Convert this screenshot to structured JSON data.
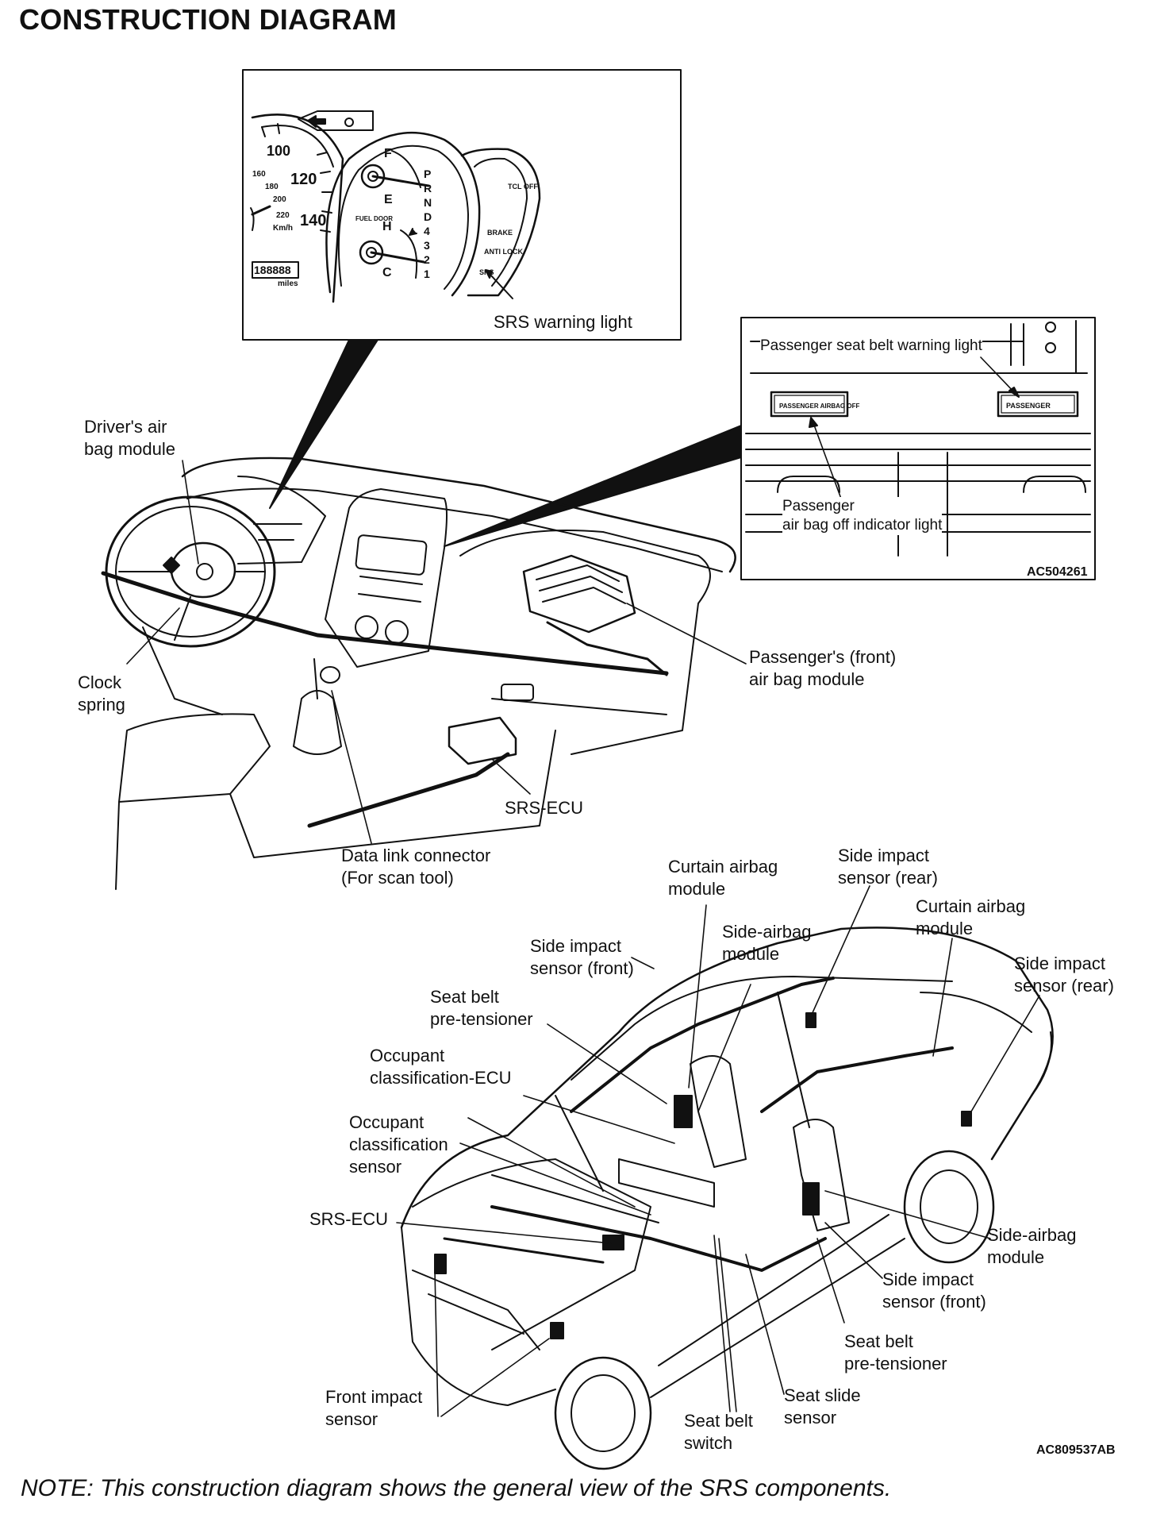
{
  "title": "CONSTRUCTION DIAGRAM",
  "cluster_inset": {
    "warning_label": "SRS warning light",
    "speedo_numbers": [
      "100",
      "120",
      "140"
    ],
    "speedo_small": [
      "160",
      "180",
      "200",
      "220"
    ],
    "speed_unit": "Km/h",
    "odometer": "188888",
    "odometer_unit": "miles",
    "fuel_marks": [
      "F",
      "E"
    ],
    "temp_marks": [
      "H",
      "C"
    ],
    "fuel_door": "FUEL DOOR",
    "gear_letters": [
      "P",
      "R",
      "N",
      "D",
      "4",
      "3",
      "2",
      "1"
    ],
    "indicators": [
      "TCL OFF",
      "BRAKE",
      "ANTI LOCK",
      "SRS"
    ]
  },
  "passenger_inset": {
    "seat_belt_label": "Passenger seat belt warning light",
    "airbag_off_label": "Passenger\nair bag off indicator light",
    "code": "AC504261",
    "lamp_left": "PASSENGER AIRBAG OFF",
    "lamp_right": "PASSENGER"
  },
  "labels": {
    "driver_airbag": "Driver's air\nbag module",
    "clock_spring": "Clock\nspring",
    "passenger_airbag": "Passenger's (front)\nair bag module",
    "srs_ecu_top": "SRS-ECU",
    "data_link": "Data link connector\n(For scan tool)",
    "curtain_front": "Curtain airbag\nmodule",
    "side_impact_rear_top": "Side impact\nsensor (rear)",
    "curtain_rear": "Curtain airbag\nmodule",
    "side_impact_front_top": "Side impact\nsensor (front)",
    "side_airbag_top": "Side-airbag\nmodule",
    "side_impact_rear_right": "Side impact\nsensor (rear)",
    "seat_belt_pre_top": "Seat belt\npre-tensioner",
    "occupant_ecu": "Occupant\nclassification-ECU",
    "occupant_sensor": "Occupant\nclassification\nsensor",
    "srs_ecu_bottom": "SRS-ECU",
    "side_airbag_right": "Side-airbag\nmodule",
    "side_impact_front_right": "Side impact\nsensor (front)",
    "seat_belt_pre_right": "Seat belt\npre-tensioner",
    "seat_slide": "Seat slide\nsensor",
    "front_impact": "Front impact\nsensor",
    "seat_belt_switch": "Seat belt\nswitch"
  },
  "figure_code": "AC809537AB",
  "note": "NOTE: This construction diagram shows the general view of the SRS components."
}
